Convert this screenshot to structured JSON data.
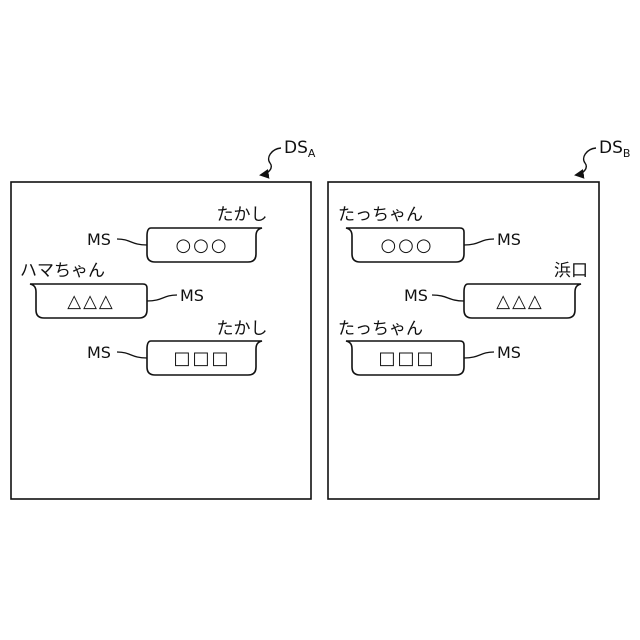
{
  "screens": [
    {
      "label": "DS",
      "subscript": "A",
      "messages": [
        {
          "sender": "たかし",
          "body": "○○○",
          "tag": "MS",
          "side": "right"
        },
        {
          "sender": "ハマちゃん",
          "body": "△△△",
          "tag": "MS",
          "side": "left"
        },
        {
          "sender": "たかし",
          "body": "□□□",
          "tag": "MS",
          "side": "right"
        }
      ]
    },
    {
      "label": "DS",
      "subscript": "B",
      "messages": [
        {
          "sender": "たっちゃん",
          "body": "○○○",
          "tag": "MS",
          "side": "left"
        },
        {
          "sender": "浜口",
          "body": "△△△",
          "tag": "MS",
          "side": "right"
        },
        {
          "sender": "たっちゃん",
          "body": "□□□",
          "tag": "MS",
          "side": "left"
        }
      ]
    }
  ]
}
